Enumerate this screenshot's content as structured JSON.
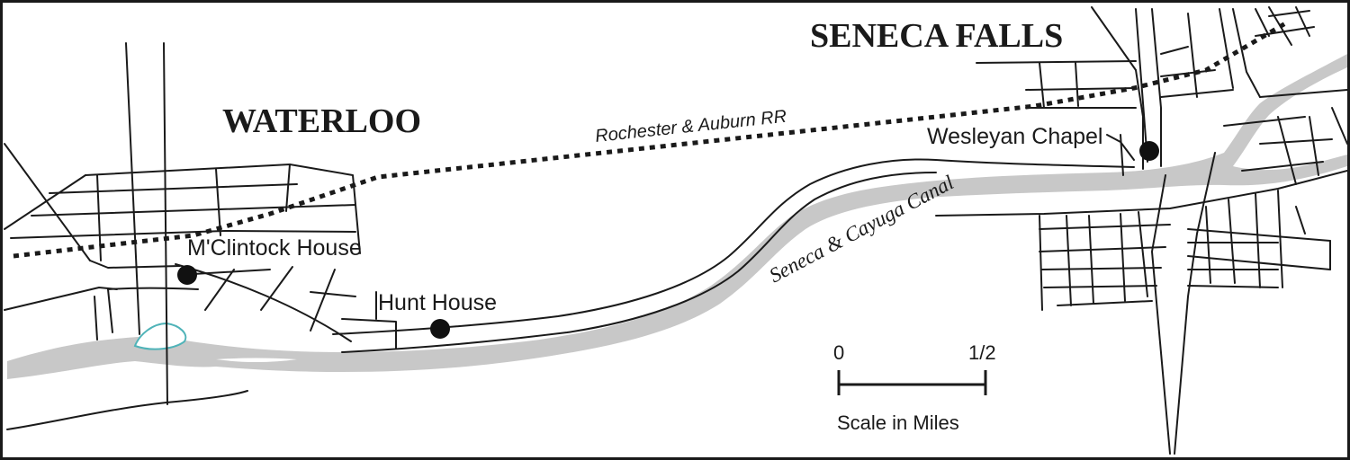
{
  "towns": {
    "waterloo": "WATERLOO",
    "seneca_falls": "SENECA FALLS"
  },
  "places": {
    "mclintock_house": "M'Clintock House",
    "hunt_house": "Hunt House",
    "wesleyan_chapel": "Wesleyan Chapel"
  },
  "features": {
    "railroad": "Rochester & Auburn RR",
    "canal": "Seneca & Cayuga Canal"
  },
  "scale": {
    "start_label": "0",
    "end_label": "1/2",
    "caption": "Scale in Miles"
  },
  "colors": {
    "ink": "#1a1a1a",
    "river": "#c8c8c8",
    "pond": "#4fb3b8",
    "background": "#ffffff"
  },
  "icons": {
    "place_marker": "filled-circle"
  }
}
